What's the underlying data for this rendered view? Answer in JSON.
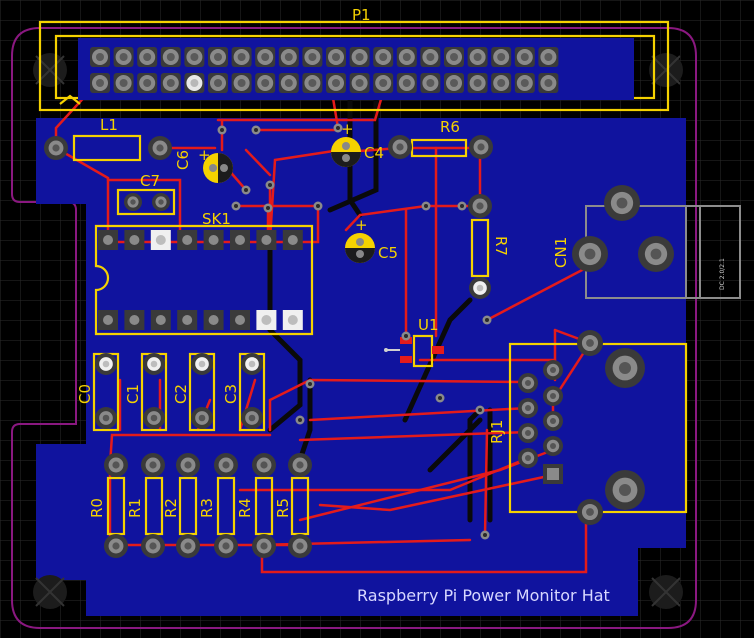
{
  "board": {
    "silkscreen_text": "Raspberry Pi Power Monitor Hat",
    "jack_note": "DC 2.0/2.1"
  },
  "designators": {
    "P1": "P1",
    "L1": "L1",
    "C7": "C7",
    "C6": "C6",
    "C4": "C4",
    "C5": "C5",
    "R6": "R6",
    "R7": "R7",
    "SK1": "SK1",
    "CN1": "CN1",
    "U1": "U1",
    "RJ1": "RJ1",
    "C0": "C0",
    "C1": "C1",
    "C2": "C2",
    "C3": "C3",
    "R0": "R0",
    "R1": "R1",
    "R2": "R2",
    "R3": "R3",
    "R4": "R4",
    "R5": "R5"
  },
  "colors": {
    "background": "#000000",
    "grid": "#2b2b2b",
    "board_fill": "#10139e",
    "board_outline": "#8a1880",
    "silkscreen": "#f5d200",
    "top_trace": "#e41b1b",
    "bottom_trace": "#0a0a0a",
    "pad": "#8a8a8a"
  }
}
